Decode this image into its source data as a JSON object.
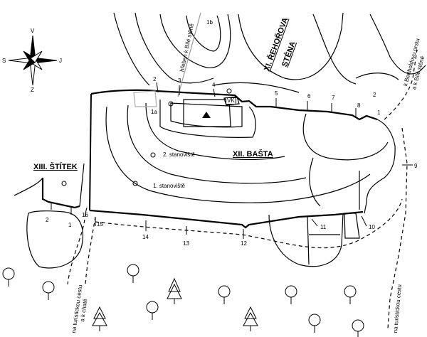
{
  "areas": {
    "xii": "XII. BAŠTA",
    "xiii": "XIII. ŠTÍTEK",
    "xi_line1": "XI. ŘEHOŘOVA",
    "xi_line2": "STĚNA"
  },
  "stations": {
    "first": "1. stanoviště",
    "second": "2. stanoviště"
  },
  "summit_box": "VK",
  "paths": {
    "ridge": "hřeben k Bílé stěně",
    "bertholdova_1": "k Bertholdovu prstu",
    "bertholdova_2": "a k Bílé stěně",
    "left_1": "na turistickou cestu",
    "left_2": "a k chatě",
    "right": "na turistickou cestu"
  },
  "compass": {
    "n": "V",
    "s": "Z",
    "w": "S",
    "e": "J"
  },
  "route_numbers": [
    "1b",
    "2",
    "3",
    "4",
    "5",
    "6",
    "7",
    "8",
    "1",
    "2",
    "1a",
    "9",
    "10",
    "11",
    "12",
    "13",
    "14",
    "15",
    "16",
    "2",
    "1"
  ]
}
